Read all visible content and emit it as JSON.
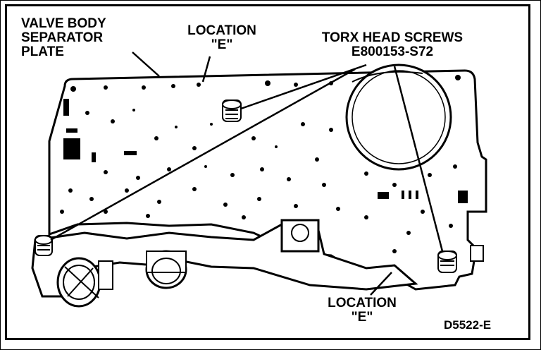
{
  "labels": {
    "separator_plate": "VALVE BODY\nSEPARATOR\nPLATE",
    "location_top": "LOCATION\n\"E\"",
    "torx_screws": "TORX HEAD SCREWS\nE800153-S72",
    "location_bottom": "LOCATION\n\"E\"",
    "figure_code": "D5522-E"
  },
  "colors": {
    "ink": "#000000",
    "paper": "#ffffff"
  }
}
